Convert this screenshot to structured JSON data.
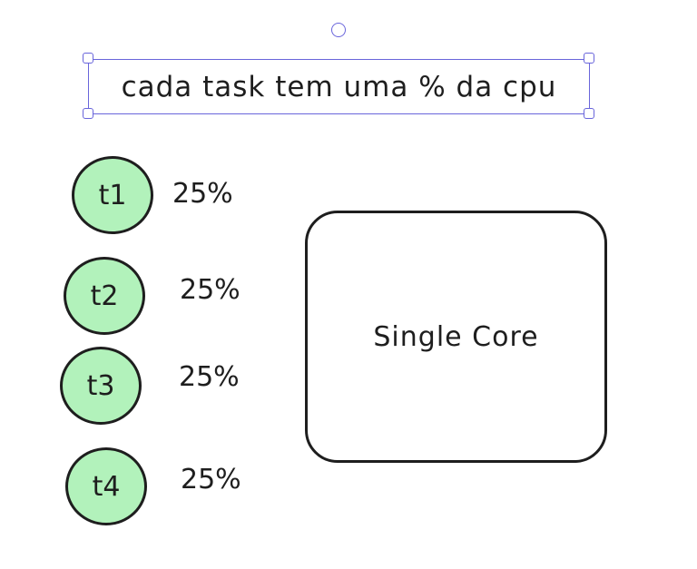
{
  "note": {
    "text": "cada task tem uma % da cpu"
  },
  "tasks": [
    {
      "label": "t1",
      "share": "25%"
    },
    {
      "label": "t2",
      "share": "25%"
    },
    {
      "label": "t3",
      "share": "25%"
    },
    {
      "label": "t4",
      "share": "25%"
    }
  ],
  "core": {
    "label": "Single Core"
  },
  "colors": {
    "task_fill": "#b2f2bb",
    "stroke": "#1e1e1e",
    "selection": "#6965db",
    "background": "#ffffff"
  }
}
